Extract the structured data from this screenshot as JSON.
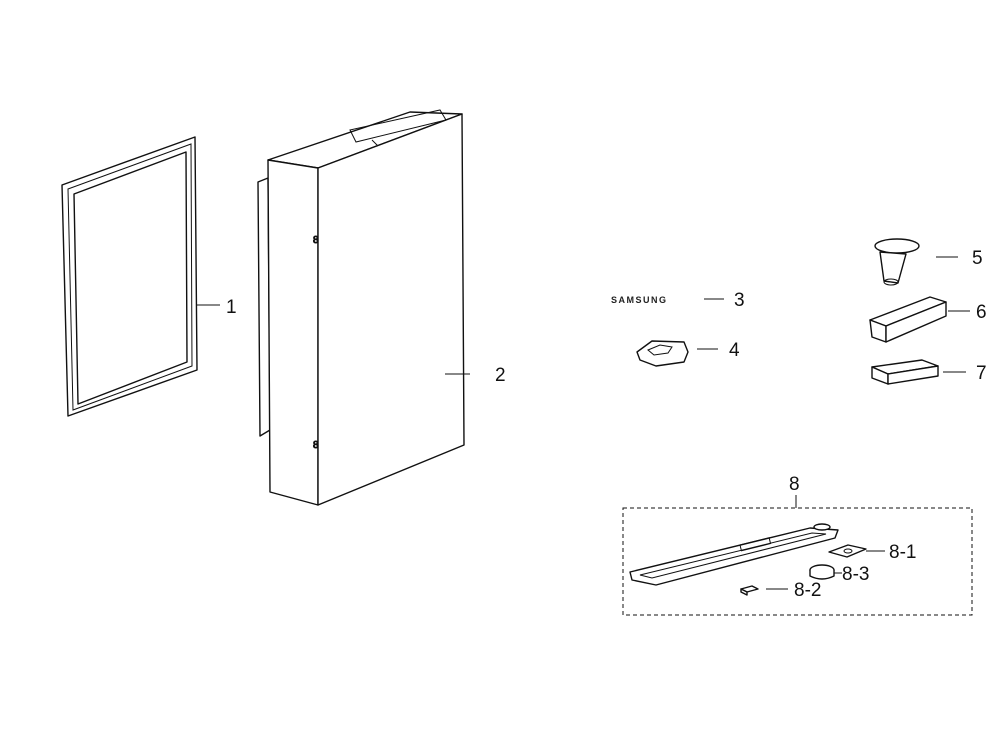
{
  "diagram": {
    "callouts": {
      "p1": "1",
      "p2": "2",
      "p3": "3",
      "p4": "4",
      "p5": "5",
      "p6": "6",
      "p7": "7",
      "p8": "8",
      "p8_1": "8-1",
      "p8_2": "8-2",
      "p8_3": "8-3"
    },
    "logo_text": "SAMSUNG",
    "parts": [
      {
        "id": "1",
        "icon": "door-gasket-icon"
      },
      {
        "id": "2",
        "icon": "door-panel-icon"
      },
      {
        "id": "3",
        "icon": "logo-badge-icon"
      },
      {
        "id": "4",
        "icon": "door-hinge-cap-icon"
      },
      {
        "id": "5",
        "icon": "hinge-pin-icon"
      },
      {
        "id": "6",
        "icon": "foam-block-icon"
      },
      {
        "id": "7",
        "icon": "foam-pad-icon"
      },
      {
        "id": "8",
        "icon": "handle-assembly-icon"
      },
      {
        "id": "8-1",
        "icon": "plate-icon"
      },
      {
        "id": "8-2",
        "icon": "small-block-icon"
      },
      {
        "id": "8-3",
        "icon": "cap-icon"
      }
    ]
  }
}
